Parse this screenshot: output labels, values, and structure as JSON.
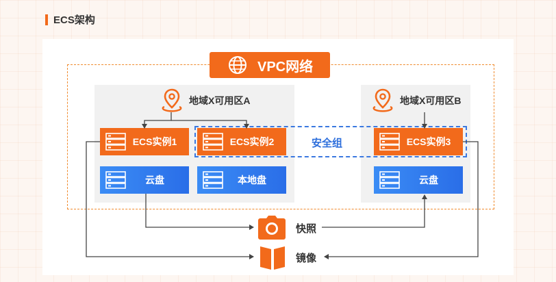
{
  "header": {
    "title": "ECS架构"
  },
  "vpc": {
    "label": "VPC网络"
  },
  "zones": [
    {
      "label": "地域X可用区A"
    },
    {
      "label": "地域X可用区B"
    }
  ],
  "instances": {
    "ecs1": "ECS实例1",
    "ecs2": "ECS实例2",
    "ecs3": "ECS实例3"
  },
  "storage": {
    "cloud_disk_a": "云盘",
    "local_disk": "本地盘",
    "cloud_disk_b": "云盘"
  },
  "security_group": {
    "label": "安全组"
  },
  "actions": {
    "snapshot": "快照",
    "image": "镜像"
  },
  "colors": {
    "accent": "#f26a1b",
    "disk_blue": "#2a7ff0",
    "security_group": "#3a78e0",
    "vpc_border": "#f08a2c"
  },
  "icons": [
    "globe-icon",
    "location-pin-icon",
    "server-icon",
    "camera-icon",
    "image-icon"
  ]
}
